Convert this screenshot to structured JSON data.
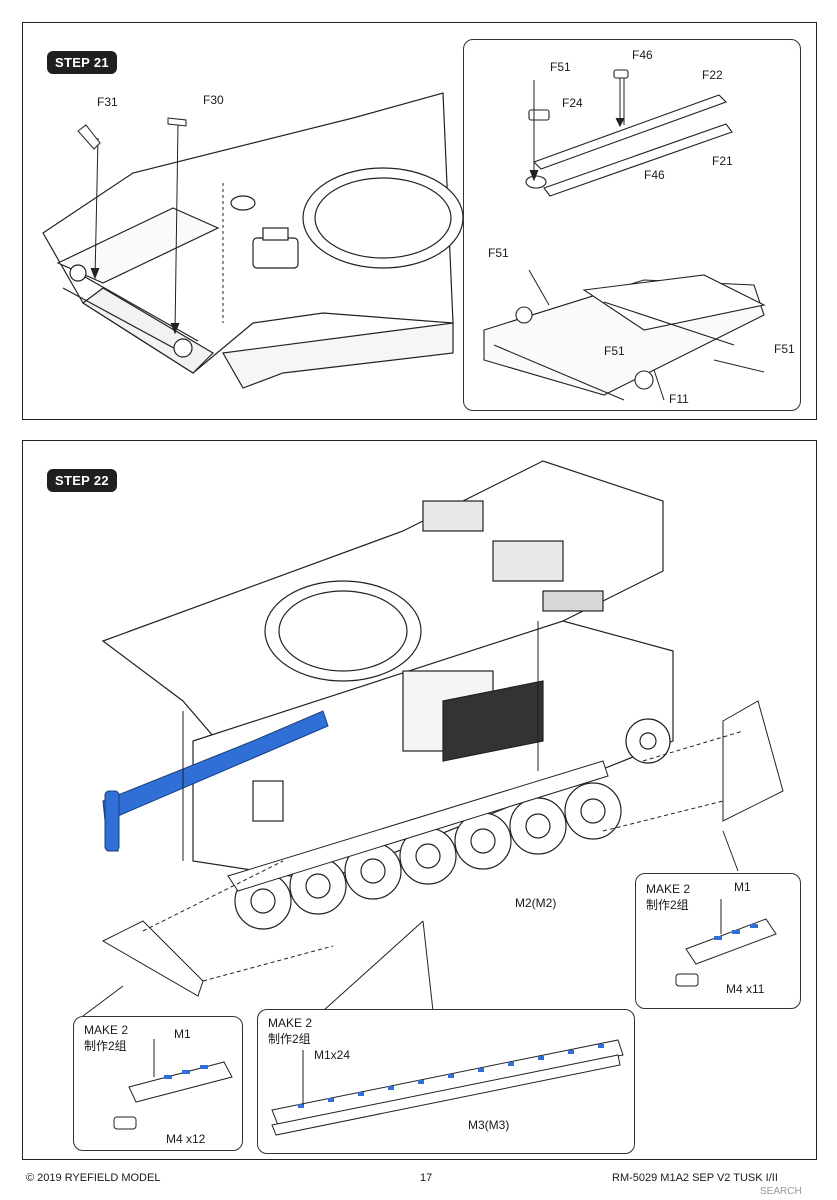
{
  "step21": {
    "badge": "STEP 21",
    "labels": {
      "f31": "F31",
      "f30": "F30",
      "f51_top": "F51",
      "f46_top": "F46",
      "f22": "F22",
      "f24": "F24",
      "f21": "F21",
      "f46_bottom": "F46",
      "f51_left": "F51",
      "f51_mid": "F51",
      "f51_right": "F51",
      "f11": "F11"
    }
  },
  "step22": {
    "badge": "STEP 22",
    "labels": {
      "m2": "M2(M2)",
      "make2_right": "MAKE 2",
      "zh_right": "制作2组",
      "m1_right": "M1",
      "m4_x11": "M4 x11",
      "make2_left": "MAKE 2",
      "zh_left": "制作2组",
      "m1_left": "M1",
      "m4_x12": "M4 x12",
      "make2_mid": "MAKE 2",
      "zh_mid": "制作2组",
      "m1x24": "M1x24",
      "m3": "M3(M3)"
    },
    "colors": {
      "track_highlight": "#2f6fd6",
      "outline": "#222222"
    }
  },
  "footer": {
    "copyright": "© 2019 RYEFIELD MODEL",
    "page_number": "17",
    "product": "RM-5029 M1A2 SEP V2 TUSK I/II",
    "watermark": "SEARCH"
  }
}
